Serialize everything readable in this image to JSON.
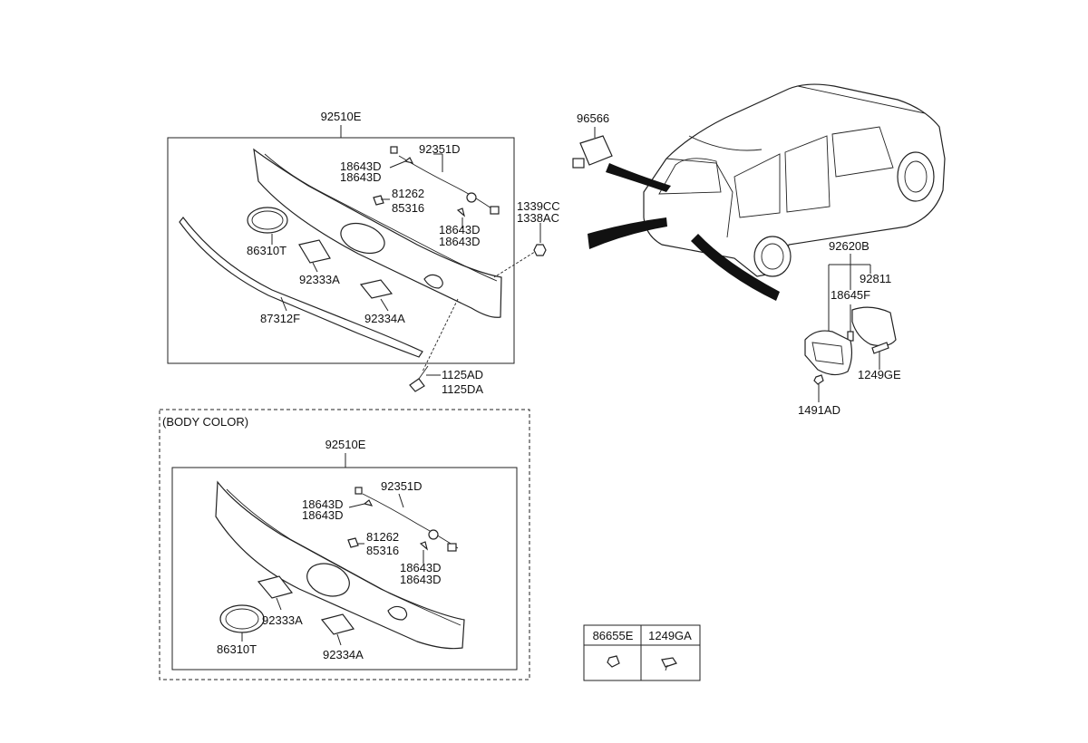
{
  "top_group": {
    "assembly": "92510E",
    "harness": "92351D",
    "clip_a1": "18643D",
    "clip_a2": "18643D",
    "clip_b1": "18643D",
    "clip_b2": "18643D",
    "fastener_a": "81262",
    "fastener_b": "85316",
    "emblem": "86310T",
    "pad_a": "92333A",
    "pad_b": "92334A",
    "moulding": "87312F",
    "nut_a": "1339CC",
    "nut_b": "1338AC",
    "screw_a": "1125AD",
    "screw_b": "1125DA"
  },
  "vehicle": {
    "actuator": "96566",
    "lamp_assembly": "92620B",
    "lens": "92811",
    "bulb": "18645F",
    "lamp_screw": "1249GE",
    "lamp_nut": "1491AD"
  },
  "bottom_group": {
    "caption": "(BODY COLOR)",
    "assembly": "92510E",
    "harness": "92351D",
    "clip_a1": "18643D",
    "clip_a2": "18643D",
    "clip_b1": "18643D",
    "clip_b2": "18643D",
    "fastener_a": "81262",
    "fastener_b": "85316",
    "pad_a": "92333A",
    "emblem": "86310T",
    "pad_b": "92334A"
  },
  "legend": {
    "col1": "86655E",
    "col2": "1249GA"
  }
}
